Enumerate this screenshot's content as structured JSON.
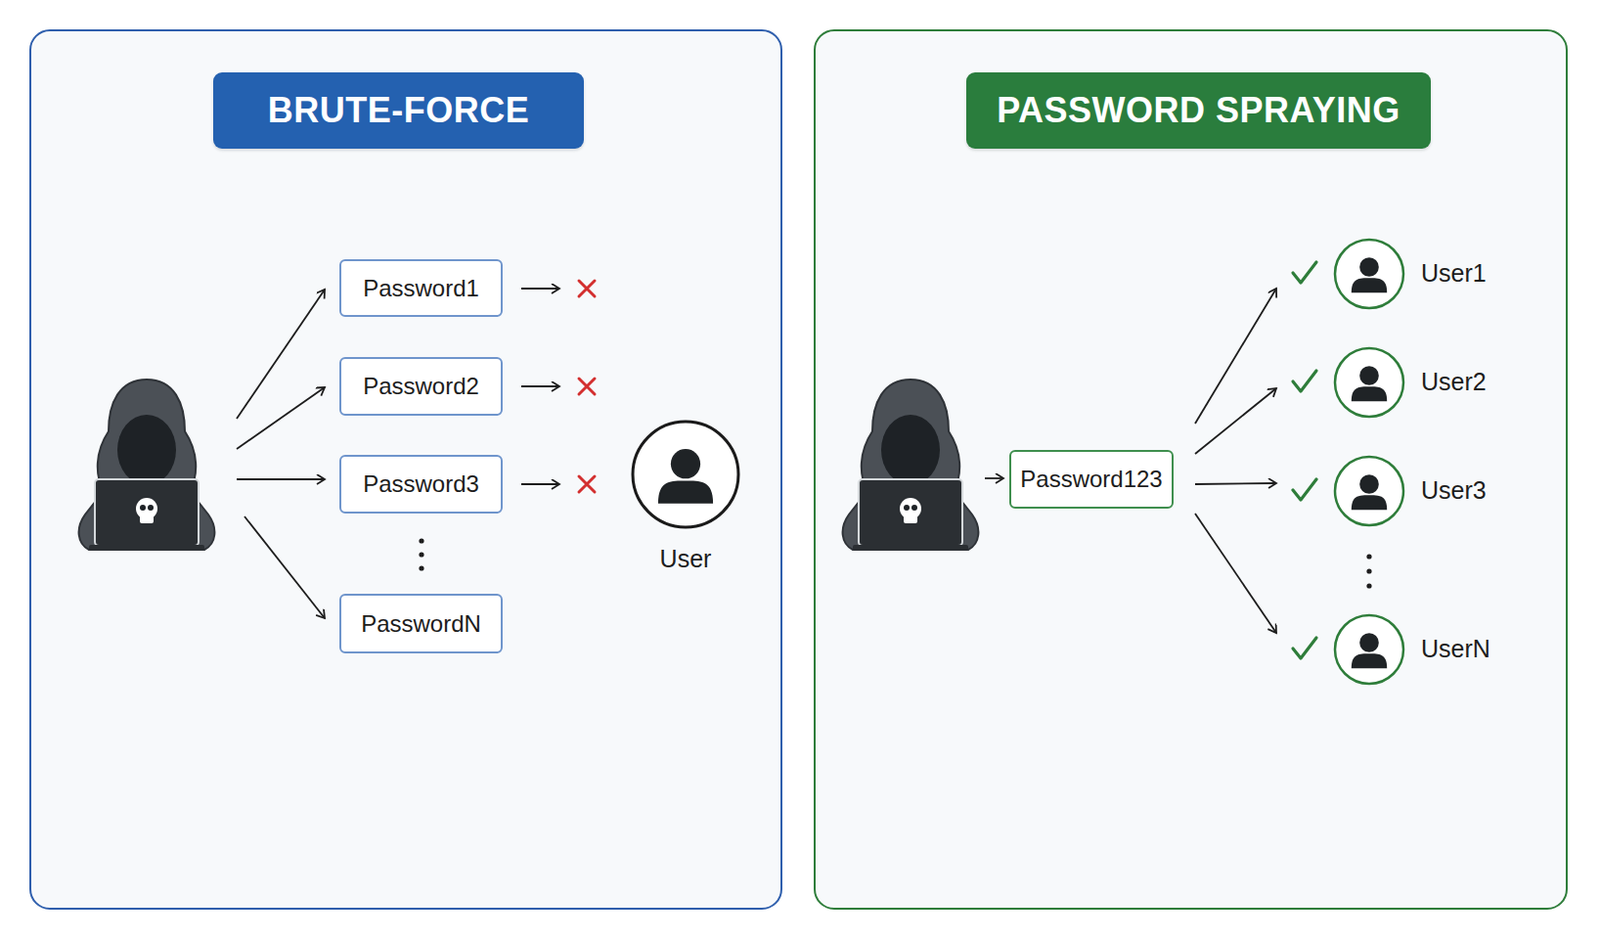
{
  "diagram": {
    "nodes": [
      {
        "text": [
          "BRUTE-FORCE"
        ]
      },
      {
        "text": [
          "Password1"
        ]
      },
      {
        "text": [
          "Password2"
        ]
      },
      {
        "text": [
          "Password3"
        ]
      },
      {
        "text": [
          "PasswordN"
        ]
      },
      {
        "text": [
          "User"
        ]
      },
      {
        "text": [
          "PASSWORD SPRAYING"
        ]
      },
      {
        "text": [
          "Password123"
        ]
      },
      {
        "text": [
          "User1"
        ]
      },
      {
        "text": [
          "User2"
        ]
      },
      {
        "text": [
          "User3"
        ]
      },
      {
        "text": [
          "UserN"
        ]
      }
    ],
    "edges": [
      {
        "from": 7,
        "to": 8,
        "arrow": "to"
      },
      {
        "from": 7,
        "to": 9,
        "arrow": "to"
      },
      {
        "from": 7,
        "to": 10,
        "arrow": "to"
      },
      {
        "from": 7,
        "to": 11,
        "arrow": "to"
      }
    ]
  }
}
